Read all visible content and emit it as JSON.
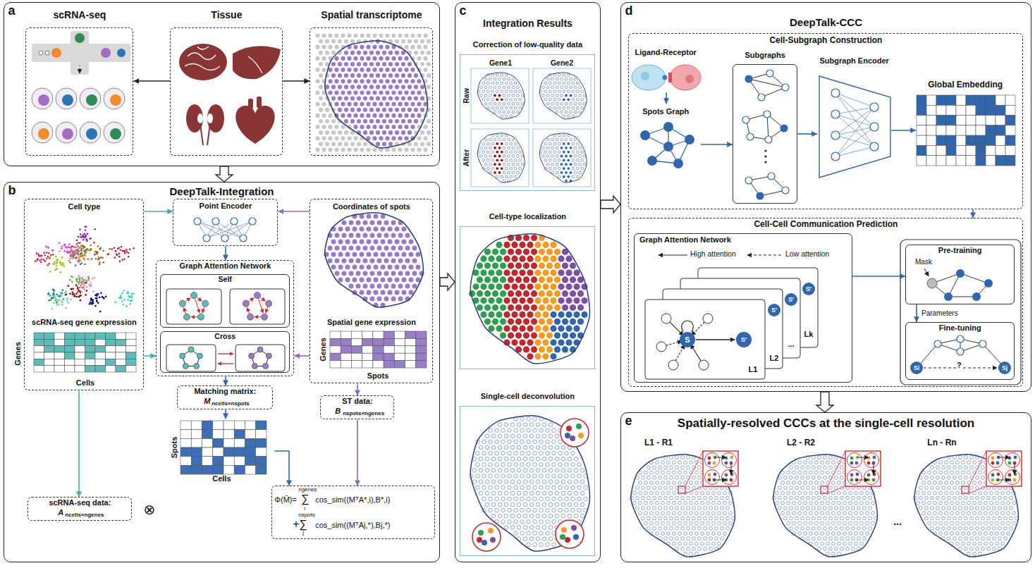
{
  "diagram": {
    "nodes": [
      {
        "text": [
          "a"
        ]
      },
      {
        "text": [
          "scRNA-seq"
        ],
        "in": 0
      },
      {
        "text": [
          "Tissue"
        ],
        "in": 0
      },
      {
        "text": [
          "Spatial transcriptome"
        ],
        "in": 0
      },
      {
        "text": [
          "b",
          "DeepTalk-Integration"
        ]
      },
      {
        "text": [
          "Cell type",
          "scRNA-seq gene expression"
        ],
        "in": 4
      },
      {
        "text": [
          "Point Encoder"
        ],
        "in": 4
      },
      {
        "text": [
          "Graph Attention Network"
        ],
        "in": 4
      },
      {
        "text": [
          "Self"
        ],
        "in": 7
      },
      {
        "text": [
          "Cross"
        ],
        "in": 7
      },
      {
        "text": [
          "Coordinates of spots",
          "Spatial gene expression"
        ],
        "in": 4
      },
      {
        "text": [
          "Matching matrix:",
          "M",
          "ncells×nspots"
        ],
        "in": 4
      },
      {
        "text": [
          "Spots",
          "Cells"
        ],
        "in": 4
      },
      {
        "text": [
          "ST data:",
          "B",
          "nspots×ngenes"
        ],
        "in": 4
      },
      {
        "text": [
          "scRNA-seq data:",
          "A",
          "ncells×ngenes"
        ],
        "in": 4
      },
      {
        "text": [
          "Φ(M̄)=",
          "ngenes",
          "∑",
          "i",
          "cos_sim((MᵀA*,i),B*,i)",
          "nspots",
          "+∑",
          "j",
          "cos_sim((MᵀAj,*),Bj,*)"
        ],
        "in": 4
      },
      {
        "text": [
          "c",
          "Integration Results"
        ]
      },
      {
        "text": [
          "Correction of low-quality data"
        ],
        "in": 16
      },
      {
        "text": [
          "Cell-type localization"
        ],
        "in": 16
      },
      {
        "text": [
          "Single-cell deconvolution"
        ],
        "in": 16
      },
      {
        "text": [
          "d",
          "DeepTalk-CCC"
        ]
      },
      {
        "text": [
          "Cell-Subgraph Construction"
        ],
        "in": 20
      },
      {
        "text": [
          "Ligand-Receptor"
        ],
        "in": 21
      },
      {
        "text": [
          "Spots Graph"
        ],
        "in": 21
      },
      {
        "text": [
          "Subgraphs"
        ],
        "in": 21
      },
      {
        "text": [
          "Subgraph Encoder"
        ],
        "in": 21
      },
      {
        "text": [
          "Global Embedding"
        ],
        "in": 21
      },
      {
        "text": [
          "Cell-Cell Communication Prediction"
        ],
        "in": 20
      },
      {
        "text": [
          "Graph Attention Network",
          "High attention",
          "Low attention"
        ],
        "in": 27
      },
      {
        "text": [
          "Pre-training",
          "Mask"
        ],
        "in": 27
      },
      {
        "text": [
          "Fine-tuning",
          "?"
        ],
        "in": 27
      },
      {
        "text": [
          "e",
          "Spatially-resolved CCCs at the single-cell resolution"
        ]
      }
    ],
    "edges": [
      {
        "from": 2,
        "to": 1,
        "arrow": "to"
      },
      {
        "from": 2,
        "to": 3,
        "arrow": "to"
      },
      {
        "from": 0,
        "to": 4,
        "arrow": "to"
      },
      {
        "from": 5,
        "to": 6,
        "arrow": "to"
      },
      {
        "from": 10,
        "to": 6,
        "arrow": "to"
      },
      {
        "from": 5,
        "to": 7,
        "arrow": "to"
      },
      {
        "from": 10,
        "to": 7,
        "arrow": "to"
      },
      {
        "from": 6,
        "to": 7,
        "arrow": "to"
      },
      {
        "from": 7,
        "to": 11,
        "arrow": "to"
      },
      {
        "from": 11,
        "to": 12,
        "arrow": "to"
      },
      {
        "from": 5,
        "to": 14,
        "arrow": "to"
      },
      {
        "from": 10,
        "to": 13,
        "arrow": "to"
      },
      {
        "from": 12,
        "to": 15,
        "arrow": "to"
      },
      {
        "from": 13,
        "to": 15,
        "arrow": "to"
      },
      {
        "from": 4,
        "to": 16,
        "arrow": "to"
      },
      {
        "from": 16,
        "to": 20,
        "arrow": "to"
      },
      {
        "from": 22,
        "to": 23,
        "arrow": "to"
      },
      {
        "from": 23,
        "to": 24,
        "arrow": "to"
      },
      {
        "from": 24,
        "to": 25,
        "arrow": "to"
      },
      {
        "from": 25,
        "to": 26,
        "arrow": "to"
      },
      {
        "from": 21,
        "to": 27,
        "arrow": "to"
      },
      {
        "from": 28,
        "to": 29,
        "arrow": "to"
      },
      {
        "from": 29,
        "to": 30,
        "label": "Parameters",
        "arrow": "to"
      },
      {
        "from": 20,
        "to": 31,
        "arrow": "to"
      }
    ],
    "labels": [
      "Genes",
      "Cells",
      "Genes",
      "Spots",
      "⊗",
      "Gene1",
      "Gene2",
      "Raw",
      "After",
      "S",
      "S'",
      "S'",
      "S'",
      "S'",
      "L1",
      "L2",
      "...",
      "Lk",
      "Si",
      "Sj",
      "L1 - R1",
      "L2 - R2",
      "...",
      "Ln - Rn"
    ]
  }
}
